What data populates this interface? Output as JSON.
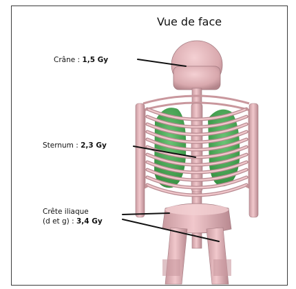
{
  "figure": {
    "title": "Vue de face",
    "annotations": [
      {
        "id": "crane",
        "label": "Crâne : ",
        "value": "1,5 Gy"
      },
      {
        "id": "sternum",
        "label": "Sternum : ",
        "value": "2,3 Gy"
      },
      {
        "id": "crete",
        "label_line1": "Crête iliaque",
        "label_line2": "(d et g) : ",
        "value": "3,4 Gy"
      }
    ]
  },
  "colors": {
    "bone": "#e6b6bb",
    "bone_dark": "#b98a90",
    "lung": "#48a553",
    "frame": "#3a3a3a"
  }
}
